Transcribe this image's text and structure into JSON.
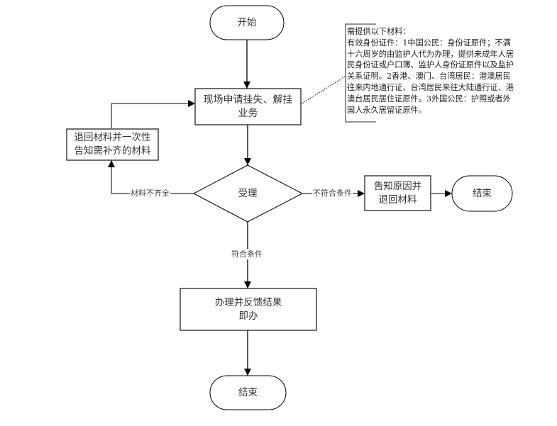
{
  "diagram": {
    "type": "flowchart",
    "nodes": {
      "start": {
        "kind": "terminal",
        "lines": [
          "开始"
        ]
      },
      "apply": {
        "kind": "process",
        "lines": [
          "现场申请挂失、解挂",
          "业务"
        ]
      },
      "return_materials": {
        "kind": "process",
        "lines": [
          "退回材料并一次性",
          "告知需补齐的材料"
        ]
      },
      "accept": {
        "kind": "decision",
        "lines": [
          "受理"
        ]
      },
      "notify_reason": {
        "kind": "process",
        "lines": [
          "告知原因并",
          "退回材料"
        ]
      },
      "end_reject": {
        "kind": "terminal",
        "lines": [
          "结束"
        ]
      },
      "process_result": {
        "kind": "process",
        "lines": [
          "办理并反馈结果",
          "即办"
        ]
      },
      "end_main": {
        "kind": "terminal",
        "lines": [
          "结束"
        ]
      }
    },
    "edges": [
      {
        "from": "start",
        "to": "apply",
        "label": ""
      },
      {
        "from": "apply",
        "to": "accept",
        "label": ""
      },
      {
        "from": "accept",
        "to": "return_materials",
        "label": "材料不齐全"
      },
      {
        "from": "return_materials",
        "to": "apply",
        "label": ""
      },
      {
        "from": "accept",
        "to": "notify_reason",
        "label": "不符合条件"
      },
      {
        "from": "notify_reason",
        "to": "end_reject",
        "label": ""
      },
      {
        "from": "accept",
        "to": "process_result",
        "label": "符合条件"
      },
      {
        "from": "process_result",
        "to": "end_main",
        "label": ""
      }
    ],
    "annotation": {
      "attached_to": "apply",
      "lines": [
        "需提供以下材料：",
        "有效身份证件：1中国公民：身份证原件；不满",
        "十六周岁的由监护人代为办理，提供未成年人居",
        "民身份证或户口簿、监护人身份证原件以及监护",
        "关系证明。2香港、澳门、台湾居民：港澳居民",
        "往来内地通行证、台湾居民来往大陆通行证、港",
        "澳台居民居住证原件。3外国公民：护照或者外",
        "国人永久居留证原件。"
      ]
    },
    "colors": {
      "stroke": "#000000",
      "text": "#333333",
      "background": "#ffffff"
    }
  }
}
